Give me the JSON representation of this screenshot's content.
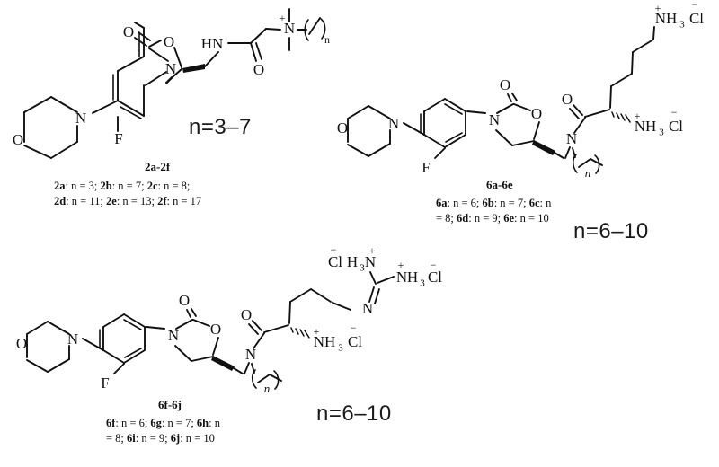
{
  "figure": {
    "type": "chemical-structure-diagram",
    "background": "#ffffff",
    "ink": "#111111",
    "structures": [
      {
        "id": "struct-2a-2f",
        "label": "2a-2f",
        "n_range": "n=3–7",
        "caption_line1": "2a: n = 3; 2b: n = 7; 2c: n = 8;",
        "caption_line2": "2d: n = 11; 2e: n = 13; 2f: n = 17",
        "atoms": [
          "O",
          "N",
          "F",
          "O",
          "N",
          "O",
          "HN",
          "N",
          "O"
        ],
        "charge_labels": [
          "+"
        ],
        "chain_label": "n",
        "members": [
          {
            "code": "2a",
            "n": 3
          },
          {
            "code": "2b",
            "n": 7
          },
          {
            "code": "2c",
            "n": 8
          },
          {
            "code": "2d",
            "n": 11
          },
          {
            "code": "2e",
            "n": 13
          },
          {
            "code": "2f",
            "n": 17
          }
        ]
      },
      {
        "id": "struct-6a-6e",
        "label": "6a-6e",
        "n_range": "n=6–10",
        "caption_line1": "6a: n = 6; 6b: n = 7; 6c: n",
        "caption_line2": "= 8; 6d: n = 9; 6e: n = 10",
        "terminal_group": "NH₃Cl",
        "alpha_group": "NH₃Cl",
        "chain_label": "n",
        "members": [
          {
            "code": "6a",
            "n": 6
          },
          {
            "code": "6b",
            "n": 7
          },
          {
            "code": "6c",
            "n": 8
          },
          {
            "code": "6d",
            "n": 9
          },
          {
            "code": "6e",
            "n": 10
          }
        ]
      },
      {
        "id": "struct-6f-6j",
        "label": "6f-6j",
        "n_range": "n=6–10",
        "caption_line1": "6f: n = 6; 6g: n = 7; 6h: n",
        "caption_line2": "= 8; 6i: n = 9; 6j: n = 10",
        "guanidine_left": "ClH₃N",
        "guanidine_right": "NH₃Cl",
        "alpha_group": "NH₃Cl",
        "chain_label": "n",
        "members": [
          {
            "code": "6f",
            "n": 6
          },
          {
            "code": "6g",
            "n": 7
          },
          {
            "code": "6h",
            "n": 8
          },
          {
            "code": "6i",
            "n": 9
          },
          {
            "code": "6j",
            "n": 10
          }
        ]
      }
    ],
    "atom_glyphs": {
      "oxygen": "O",
      "nitrogen": "N",
      "fluorine": "F",
      "chlorine": "Cl",
      "amide_nh": "HN",
      "hydrogen": "H",
      "plus": "+",
      "minus": "−",
      "sub3": "3",
      "chain_n": "n"
    }
  }
}
